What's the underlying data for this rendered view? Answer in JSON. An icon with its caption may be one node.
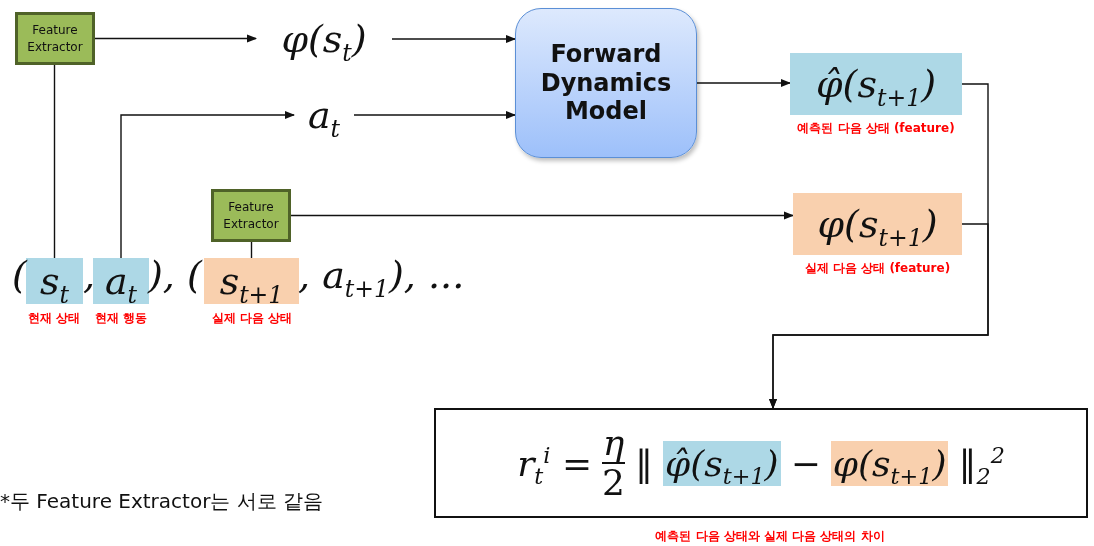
{
  "diagram": {
    "nodes": [
      {
        "text": [
          "Feature Extractor"
        ]
      },
      {
        "text": [
          "φ(s$_{t}$)"
        ]
      },
      {
        "text": [
          "Forward Dynamics Model"
        ]
      },
      {
        "text": [
          "a$_{t}$"
        ]
      },
      {
        "text": [
          "φ̂(s$_{t+1}$)"
        ],
        "beside": [
          "예측된 다음 상태 (feature)"
        ]
      },
      {
        "text": [
          "Feature Extractor"
        ]
      },
      {
        "text": [
          "φ(s$_{t+1}$)"
        ],
        "beside": [
          "실제 다음 상태 (feature)"
        ]
      },
      {
        "text": [
          "s$_{t}$"
        ],
        "beside": [
          "현재 상태"
        ]
      },
      {
        "text": [
          "a$_{t}$"
        ],
        "beside": [
          "현재 행동"
        ]
      },
      {
        "text": [
          "s$_{t+1}$"
        ],
        "beside": [
          "실제 다음 상태"
        ]
      },
      {
        "text": [
          "r$_{t}$$^{i}$ =",
          "η",
          "2",
          "‖",
          "φ̂(s$_{t+1}$)",
          "−",
          "φ(s$_{t+1}$)",
          "‖$_{2}$$^{2}$"
        ],
        "beside": [
          "예측된 다음 상태와 실제 다음 상태의 차이"
        ]
      }
    ],
    "edges": [
      {
        "from": 7,
        "to": 0,
        "arrow": "none"
      },
      {
        "from": 0,
        "to": 1,
        "arrow": "to"
      },
      {
        "from": 1,
        "to": 2,
        "arrow": "to"
      },
      {
        "from": 8,
        "to": 3,
        "arrow": "to"
      },
      {
        "from": 3,
        "to": 2,
        "arrow": "to"
      },
      {
        "from": 2,
        "to": 4,
        "arrow": "to"
      },
      {
        "from": 9,
        "to": 5,
        "arrow": "none"
      },
      {
        "from": 5,
        "to": 6,
        "arrow": "to"
      },
      {
        "from": 4,
        "to": 10,
        "arrow": "to"
      },
      {
        "from": 6,
        "to": 10,
        "arrow": "to"
      }
    ],
    "labels": [
      "(",
      ",",
      "), (",
      ", a$_{t+1}$), ...",
      "*두 Feature Extractor는 서로 같음"
    ]
  }
}
